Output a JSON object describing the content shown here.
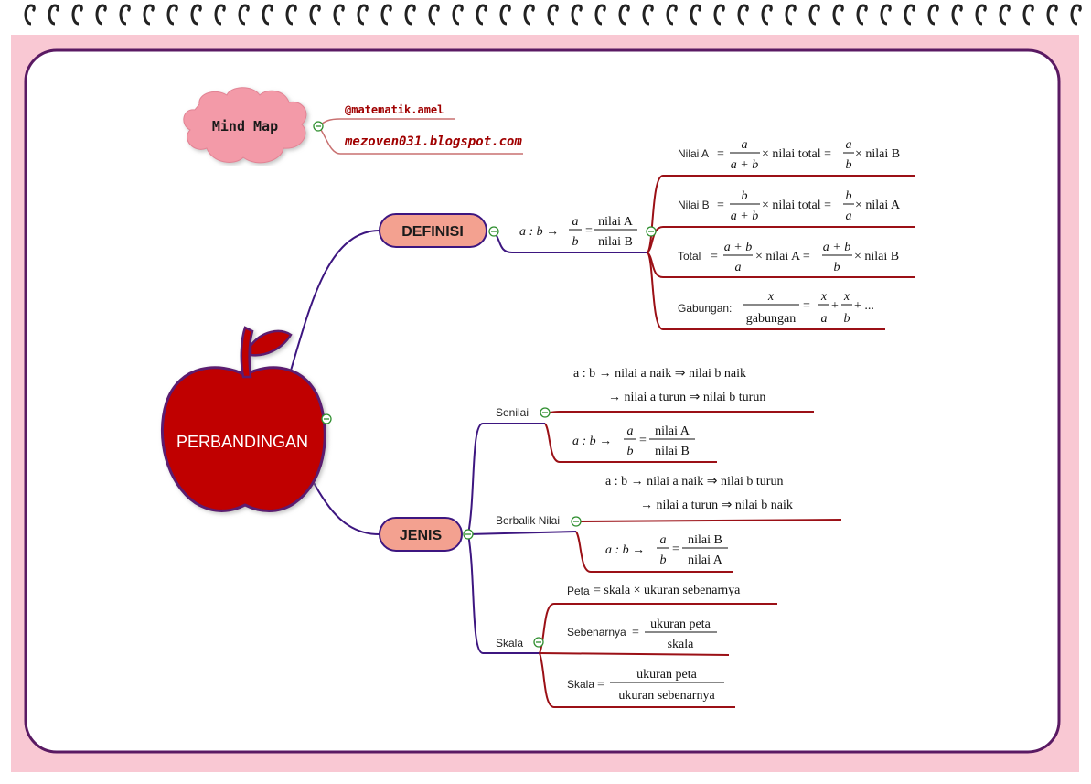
{
  "header": {
    "mind_map_label": "Mind Map",
    "instagram": "@matematik.amel",
    "blog": "mezoven031.blogspot.com"
  },
  "central_topic": "PERBANDINGAN",
  "definisi": {
    "title": "DEFINISI",
    "ratio": "a : b →",
    "fraction_lhs_num": "a",
    "fraction_lhs_den": "b",
    "fraction_rhs_num": "nilai A",
    "fraction_rhs_den": "nilai B",
    "items": [
      {
        "label": "Nilai A",
        "num": "a",
        "den": "a + b",
        "rest": "× nilai  total =",
        "num2": "a",
        "den2": "b",
        "rest2": "× nilai  B"
      },
      {
        "label": "Nilai B",
        "num": "b",
        "den": "a + b",
        "rest": "× nilai  total =",
        "num2": "b",
        "den2": "a",
        "rest2": "× nilai  A"
      },
      {
        "label": "Total",
        "num": "a + b",
        "den": "a",
        "rest": "× nilai  A =",
        "num2": "a + b",
        "den2": "b",
        "rest2": "× nilai  B"
      },
      {
        "label": "Gabungan:",
        "num": "x",
        "den": "gabungan",
        "rest": "=",
        "tail": "+ ..."
      }
    ]
  },
  "jenis": {
    "title": "JENIS",
    "senilai": {
      "label": "Senilai",
      "line1": "a : b  → nilai a naik  ⇒  nilai b naik",
      "line2": "→ nilai a turun  ⇒  nilai b turun",
      "ratio": "a : b →",
      "frac_lhs_num": "a",
      "frac_lhs_den": "b",
      "frac_rhs_num": "nilai A",
      "frac_rhs_den": "nilai B"
    },
    "berbalik": {
      "label": "Berbalik Nilai",
      "line1": "a : b  → nilai a naik  ⇒  nilai b turun",
      "line2": "→ nilai a turun  ⇒  nilai b naik",
      "ratio": "a : b →",
      "frac_lhs_num": "a",
      "frac_lhs_den": "b",
      "frac_rhs_num": "nilai B",
      "frac_rhs_den": "nilai A"
    },
    "skala": {
      "label": "Skala",
      "peta_label": "Peta",
      "peta_formula": "= skala × ukuran   sebenarnya",
      "sebenarnya_label": "Sebenarnya",
      "sebenarnya_num": "ukuran  peta",
      "sebenarnya_den": "skala",
      "skala_label": "Skala",
      "skala_num": "ukuran  peta",
      "skala_den": "ukuran  sebenarnya"
    }
  },
  "colors": {
    "frame_bg": "#f9c8d3",
    "border_purple": "#5a1a63",
    "branch_purple": "#3d1680",
    "branch_red": "#9b1016",
    "apple_red": "#c00000",
    "node_fill": "#f3a190",
    "cloud_pink": "#f39aa8",
    "link_red": "#a00000",
    "toggle_green": "#2f8f2f"
  }
}
